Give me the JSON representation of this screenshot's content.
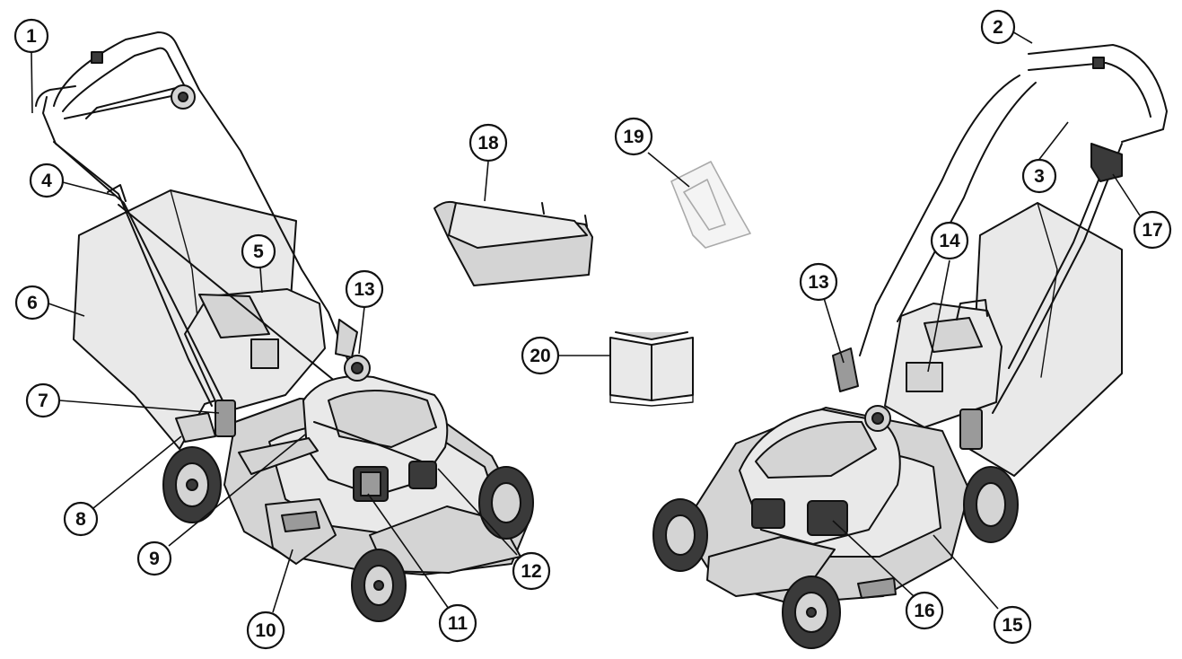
{
  "callouts": [
    {
      "id": "1",
      "text": "1"
    },
    {
      "id": "2",
      "text": "2"
    },
    {
      "id": "3",
      "text": "3"
    },
    {
      "id": "4",
      "text": "4"
    },
    {
      "id": "5",
      "text": "5"
    },
    {
      "id": "6",
      "text": "6"
    },
    {
      "id": "7",
      "text": "7"
    },
    {
      "id": "8",
      "text": "8"
    },
    {
      "id": "9",
      "text": "9"
    },
    {
      "id": "10",
      "text": "10"
    },
    {
      "id": "11",
      "text": "11"
    },
    {
      "id": "12",
      "text": "12"
    },
    {
      "id": "13a",
      "text": "13"
    },
    {
      "id": "13b",
      "text": "13"
    },
    {
      "id": "14",
      "text": "14"
    },
    {
      "id": "15",
      "text": "15"
    },
    {
      "id": "16",
      "text": "16"
    },
    {
      "id": "17",
      "text": "17"
    },
    {
      "id": "18",
      "text": "18"
    },
    {
      "id": "19",
      "text": "19"
    },
    {
      "id": "20",
      "text": "20"
    }
  ]
}
